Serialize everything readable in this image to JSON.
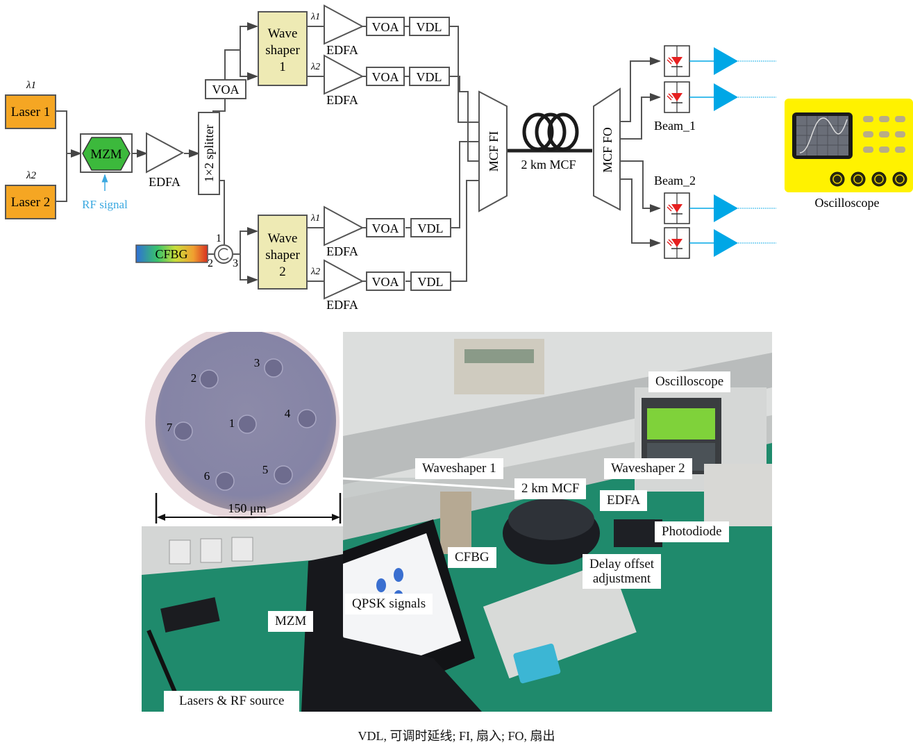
{
  "diagram": {
    "lasers": [
      {
        "label": "Laser 1",
        "wavelength": "λ1"
      },
      {
        "label": "Laser 2",
        "wavelength": "λ2"
      }
    ],
    "modulator": {
      "label": "MZM",
      "input_label": "RF signal"
    },
    "edfa_main": "EDFA",
    "splitter": "1×2 splitter",
    "voa_upper": "VOA",
    "cfbg": "CFBG",
    "circulator_ports": [
      "1",
      "2",
      "3"
    ],
    "waveshapers": [
      {
        "line1": "Wave",
        "line2": "shaper",
        "line3": "1"
      },
      {
        "line1": "Wave",
        "line2": "shaper",
        "line3": "2"
      }
    ],
    "branches": [
      {
        "wavelength": "λ1",
        "edfa": "EDFA",
        "voa": "VOA",
        "vdl": "VDL"
      },
      {
        "wavelength": "λ2",
        "edfa": "EDFA",
        "voa": "VOA",
        "vdl": "VDL"
      },
      {
        "wavelength": "λ1",
        "edfa": "EDFA",
        "voa": "VOA",
        "vdl": "VDL"
      },
      {
        "wavelength": "λ2",
        "edfa": "EDFA",
        "voa": "VOA",
        "vdl": "VDL"
      }
    ],
    "fan_in": "MCF FI",
    "fiber": "2 km MCF",
    "fan_out": "MCF FO",
    "beams": [
      "Beam_1",
      "Beam_2"
    ],
    "oscilloscope": "Oscilloscope",
    "colors": {
      "laser": "#f5a623",
      "mzm": "#3cb93c",
      "waveshaper": "#eeeab4",
      "amplifier_blue": "#00a7e6",
      "photodiode_red": "#e62020",
      "oscilloscope_body": "#fff200",
      "rf_signal": "#3aa8e0"
    }
  },
  "fiber_cross_section": {
    "cores": [
      "1",
      "2",
      "3",
      "4",
      "5",
      "6",
      "7"
    ],
    "scale": "150 μm"
  },
  "photo_labels": {
    "oscilloscope": "Oscilloscope",
    "waveshaper1": "Waveshaper 1",
    "waveshaper2": "Waveshaper 2",
    "mcf": "2 km MCF",
    "edfa": "EDFA",
    "photodiode": "Photodiode",
    "cfbg": "CFBG",
    "delay_line1": "Delay offset",
    "delay_line2": "adjustment",
    "qpsk": "QPSK signals",
    "mzm": "MZM",
    "lasers": "Lasers & RF source"
  },
  "caption": "VDL, 可调时延线; FI, 扇入; FO, 扇出"
}
